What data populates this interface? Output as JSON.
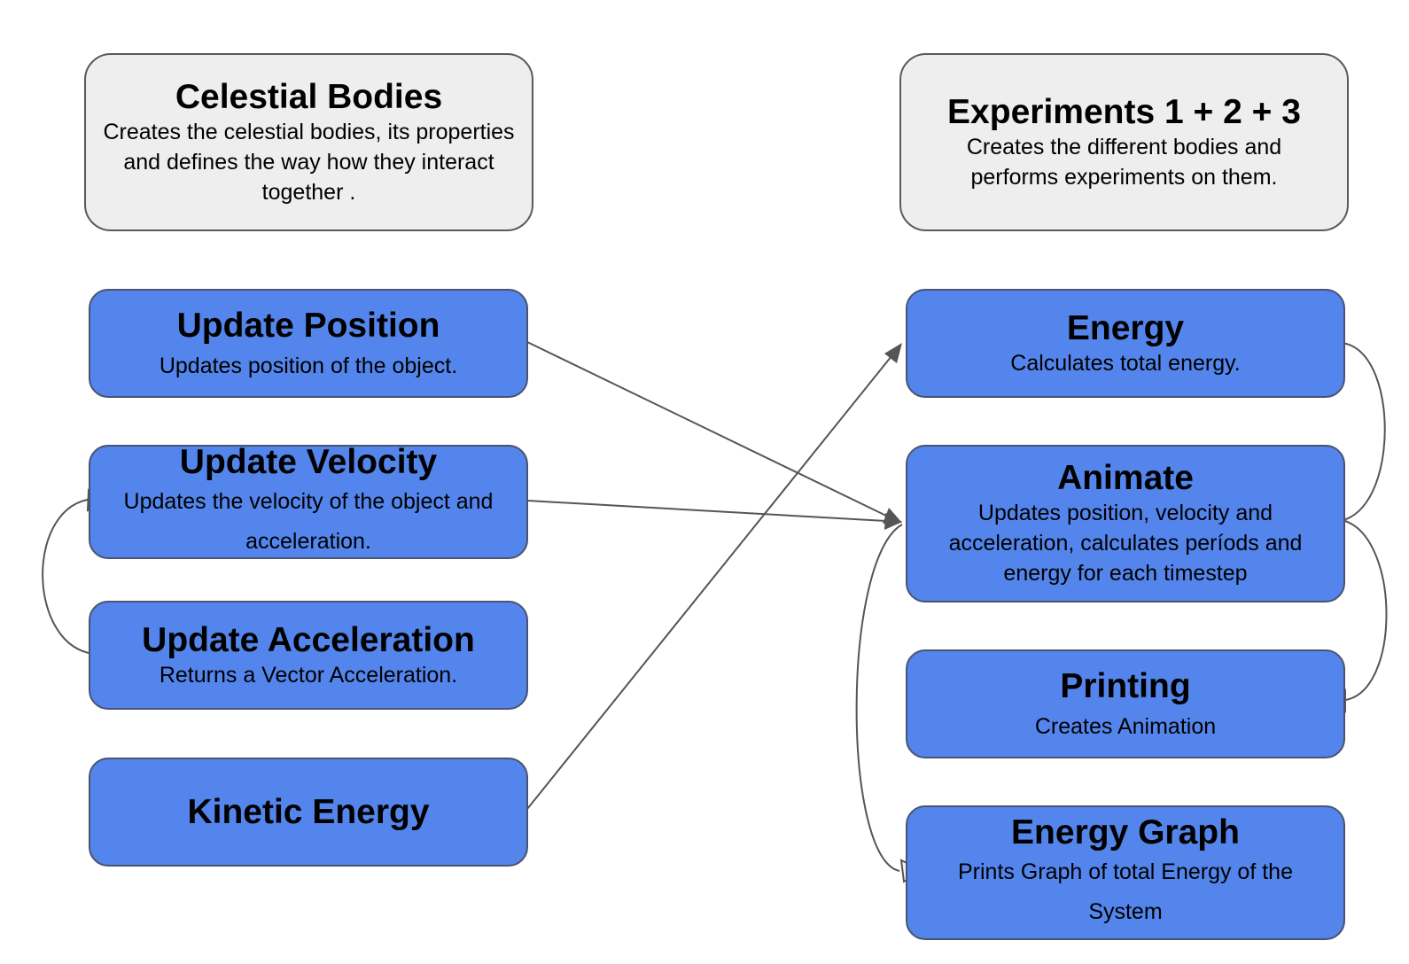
{
  "nodes": {
    "celestial": {
      "title": "Celestial Bodies",
      "desc": "Creates the celestial bodies, its properties and defines the way how they interact together ."
    },
    "experiments": {
      "title": "Experiments 1 + 2 + 3",
      "desc": "Creates the different bodies and performs experiments on them."
    },
    "update_position": {
      "title": "Update Position",
      "desc": "Updates position of the object."
    },
    "update_velocity": {
      "title": "Update Velocity",
      "desc": "Updates the velocity of the object and acceleration."
    },
    "update_acceleration": {
      "title": "Update Acceleration",
      "desc": "Returns a Vector Acceleration."
    },
    "kinetic_energy": {
      "title": "Kinetic Energy"
    },
    "energy": {
      "title": "Energy",
      "desc": "Calculates total energy."
    },
    "animate": {
      "title": "Animate",
      "desc": "Updates position, velocity and acceleration, calculates períods and energy for each timestep"
    },
    "printing": {
      "title": "Printing",
      "desc": "Creates Animation"
    },
    "energy_graph": {
      "title": "Energy Graph",
      "desc": "Prints Graph of total Energy of the System"
    }
  },
  "edges": [
    {
      "from": "update_position",
      "to": "animate"
    },
    {
      "from": "update_velocity",
      "to": "animate"
    },
    {
      "from": "kinetic_energy",
      "to": "energy"
    },
    {
      "from": "update_acceleration",
      "to": "update_velocity"
    },
    {
      "from": "energy",
      "to": "animate"
    },
    {
      "from": "animate",
      "to": "printing"
    },
    {
      "from": "animate",
      "to": "energy_graph"
    }
  ],
  "colors": {
    "node_fill": "#5385ec",
    "header_fill": "#eeeeee",
    "edge": "#555555"
  }
}
